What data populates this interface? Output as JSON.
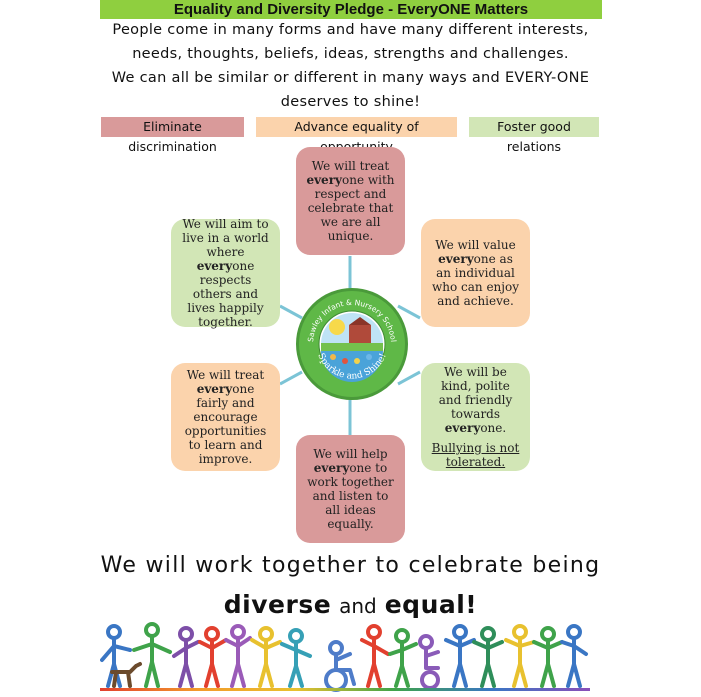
{
  "title": "Equality and Diversity Pledge - EveryONE Matters",
  "intro": [
    "People come in many forms and have many different interests,",
    "needs, thoughts, beliefs, ideas, strengths and challenges.",
    "We can all be similar or different in many ways and EVERY-ONE",
    "deserves to shine!"
  ],
  "aims": [
    {
      "label": "Eliminate discrimination",
      "color": "#d99a9a"
    },
    {
      "label": "Advance equality of opportunity",
      "color": "#fbd3ac"
    },
    {
      "label": "Foster good relations",
      "color": "#d2e6b6"
    }
  ],
  "pledges": {
    "top": {
      "before": "We will treat ",
      "bold": "every",
      "after": "one with respect and celebrate that we are all unique."
    },
    "top_right": {
      "before": "We will value ",
      "bold": "every",
      "after": "one as an individual who can enjoy and achieve."
    },
    "bottom_right": {
      "before": "We will be kind, polite and friendly towards ",
      "bold": "every",
      "after": "one.",
      "note": "Bullying is not tolerated."
    },
    "bottom": {
      "before": "We will help ",
      "bold": "every",
      "after": "one to work together and listen to all ideas equally."
    },
    "bottom_left": {
      "before": "We will treat ",
      "bold": "every",
      "after": "one fairly and encourage opportunities to learn and improve."
    },
    "top_left": {
      "before": "We will aim to live in a world where ",
      "bold": "every",
      "after": "one respects others and lives happily together."
    }
  },
  "logo": {
    "school_name": "Sawley Infant & Nursery School",
    "motto": "Sparkle and Shine!"
  },
  "footer": {
    "line1": "We will work together to celebrate being",
    "word1": "diverse",
    "joiner": "and",
    "word2": "equal!"
  },
  "colors": {
    "title_bar": "#8fcf3f",
    "red": "#d99a9a",
    "peach": "#fbd3ac",
    "green": "#d2e6b6",
    "connector": "#7cc4d6"
  }
}
